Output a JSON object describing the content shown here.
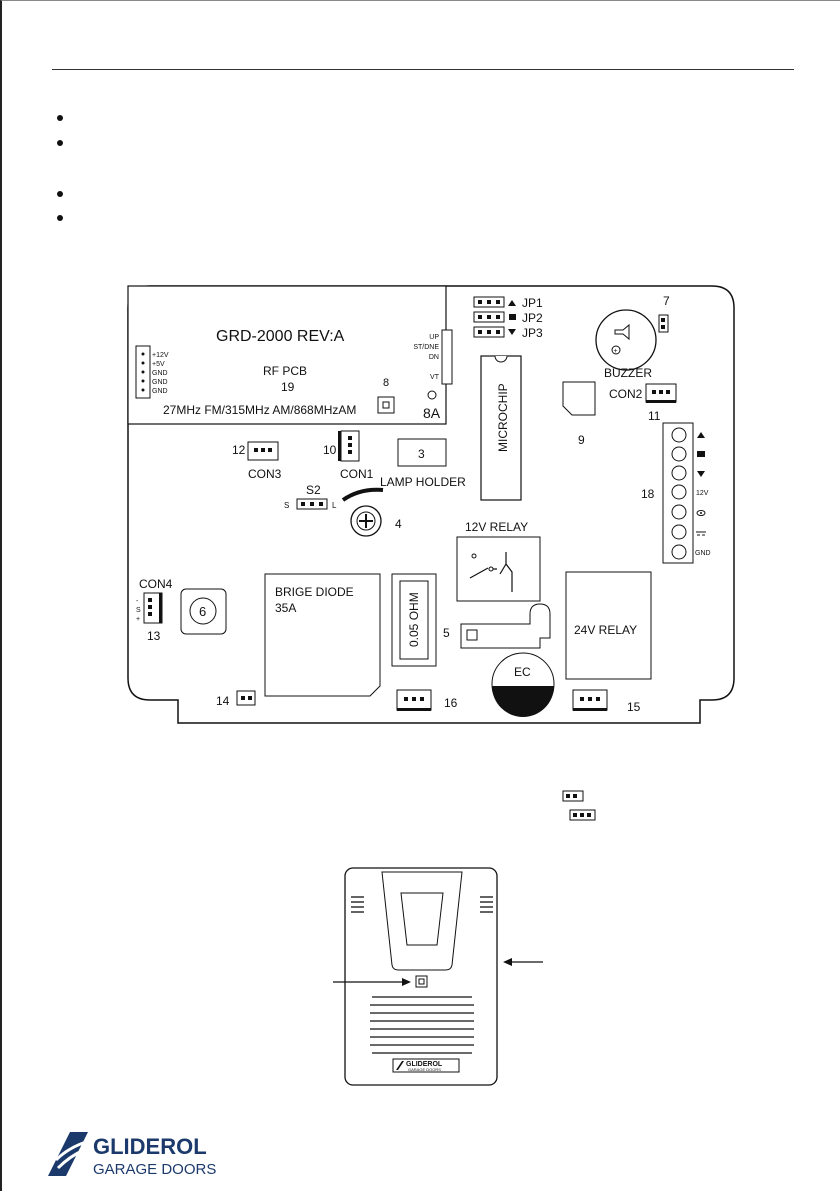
{
  "pcb": {
    "rf_pcb": {
      "title": "GRD-2000 REV:A",
      "name": "RF PCB",
      "number": "19",
      "freq": "27MHz FM/315MHz AM/868MHzAM",
      "pins": [
        "+12V",
        "+5V",
        "GND",
        "GND",
        "GND"
      ],
      "side_pins": [
        "UP",
        "ST/DNE",
        "DN",
        "VT"
      ]
    },
    "jumpers": [
      "JP1",
      "JP2",
      "JP3"
    ],
    "labels": {
      "n7": "7",
      "buzzer": "BUZZER",
      "con2": "CON2",
      "n11": "11",
      "n8": "8",
      "n8a": "8A",
      "microchip": "MICROCHIP",
      "n9": "9",
      "n12": "12",
      "con3": "CON3",
      "n10": "10",
      "con1": "CON1",
      "n3": "3",
      "lamp_holder": "LAMP HOLDER",
      "s2": "S2",
      "s2_s": "S",
      "s2_l": "L",
      "n4": "4",
      "relay12": "12V RELAY",
      "n18": "18",
      "terminals": [
        "12V",
        "GND"
      ],
      "con4": "CON4",
      "con4_pins": [
        "-",
        "S",
        "+"
      ],
      "n13": "13",
      "n6": "6",
      "bridge1": "BRIGE DIODE",
      "bridge2": "35A",
      "resistor": "0.05 OHM",
      "n5": "5",
      "relay24": "24V RELAY",
      "ec": "EC",
      "n14": "14",
      "n16": "16",
      "n15": "15"
    }
  },
  "remote": {
    "brand": "GLIDEROL",
    "sub": "GARAGE DOORS"
  },
  "footer_logo": {
    "brand": "GLIDEROL",
    "sub": "GARAGE DOORS"
  }
}
